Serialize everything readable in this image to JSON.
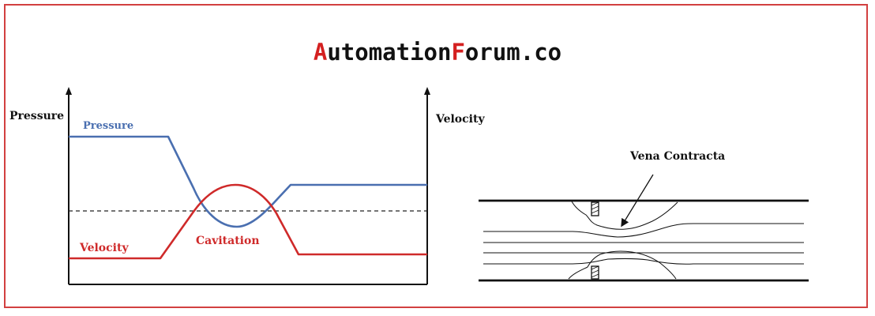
{
  "brand": {
    "first_letter": "A",
    "part1": "utomation",
    "second_letter": "F",
    "part2": "orum.co"
  },
  "chart": {
    "y_left_title": "Pressure",
    "y_right_title": "Velocity",
    "pressure_label": "Pressure",
    "velocity_label": "Velocity",
    "cavitation_label": "Cavitation"
  },
  "pipe": {
    "vena_contracta_label": "Vena Contracta"
  },
  "colors": {
    "frame": "#d24040",
    "pressure_line": "#4a6fb0",
    "velocity_line": "#cf2a2a",
    "brand_accent": "#d42020",
    "axis": "#111111"
  }
}
